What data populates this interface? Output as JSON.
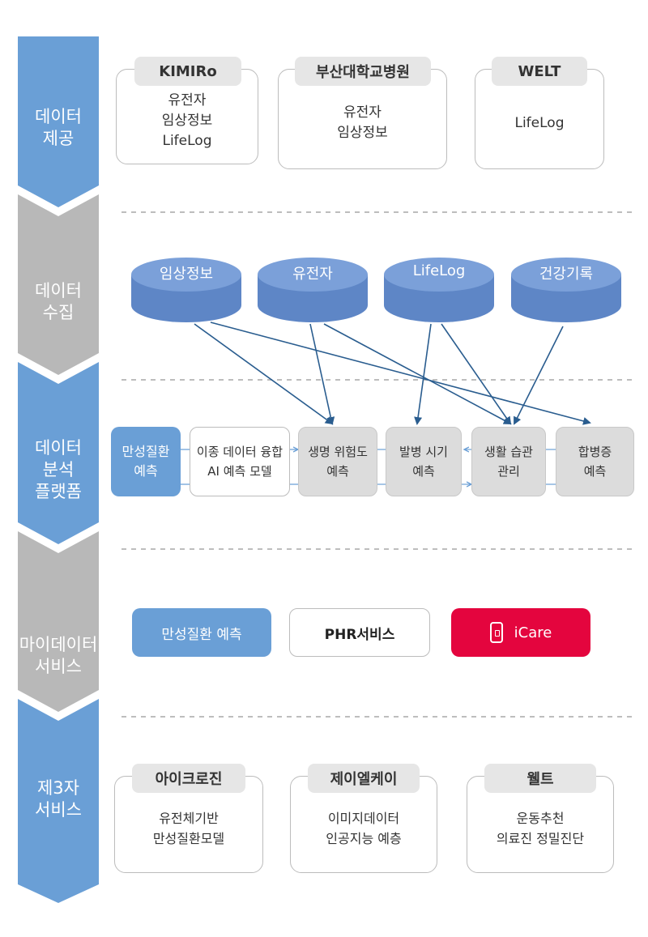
{
  "colors": {
    "stage_blue": "#6a9fd6",
    "stage_gray": "#b8b8b8",
    "db_blue": "#6f93cf",
    "arrow": "#2a5d8f",
    "icare_red": "#e4053e"
  },
  "stages": [
    {
      "label": "데이터\n제공"
    },
    {
      "label": "데이터\n수집"
    },
    {
      "label": "데이터\n분석\n플랫폼"
    },
    {
      "label": "마이데이터\n서비스"
    },
    {
      "label": "제3자\n서비스"
    }
  ],
  "providers": [
    {
      "name": "KIMIRo",
      "content": "유전자\n임상정보\nLifeLog"
    },
    {
      "name": "부산대학교병원",
      "content": "유전자\n임상정보"
    },
    {
      "name": "WELT",
      "content": "LifeLog"
    }
  ],
  "databases": [
    {
      "label": "임상정보"
    },
    {
      "label": "유전자"
    },
    {
      "label": "LifeLog"
    },
    {
      "label": "건강기록"
    }
  ],
  "platform_nodes": [
    {
      "label": "만성질환\n예측"
    },
    {
      "label": "이종 데이터 융합\nAI 예측 모델"
    },
    {
      "label": "생명 위험도\n예측"
    },
    {
      "label": "발병 시기\n예측"
    },
    {
      "label": "생활 습관\n관리"
    },
    {
      "label": "합병증\n예측"
    }
  ],
  "mydata_services": [
    {
      "label": "만성질환 예측",
      "icon": "phone-icon-none"
    },
    {
      "label": "PHR서비스",
      "icon": "none"
    },
    {
      "label": "iCare",
      "icon": "smartphone-icon"
    }
  ],
  "third_party": [
    {
      "name": "아이크로진",
      "content": "유전체기반\n만성질환모델"
    },
    {
      "name": "제이엘케이",
      "content": "이미지데이터\n인공지능 예층"
    },
    {
      "name": "웰트",
      "content": "운동추천\n의료진 정밀진단"
    }
  ]
}
